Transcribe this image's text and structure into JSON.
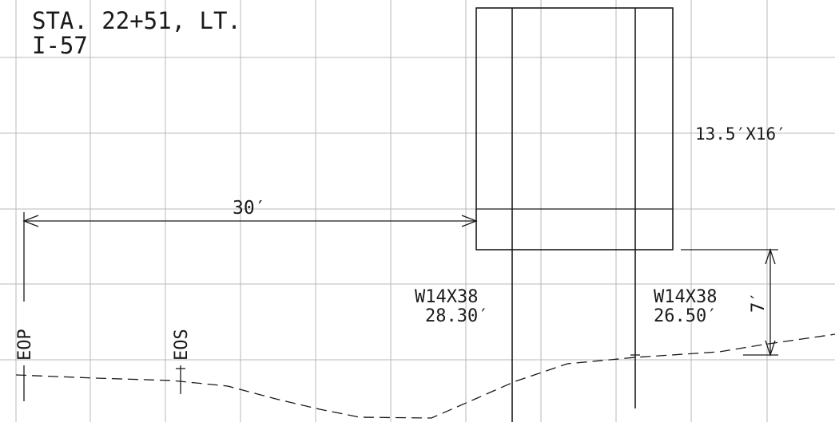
{
  "header": {
    "station_line": "STA. 22+51, LT.",
    "route_line": "I-57"
  },
  "sign": {
    "size_label": "13.5′X16′"
  },
  "dimensions": {
    "offset_label": "30′",
    "vertical_label": "7′"
  },
  "posts": [
    {
      "section": "W14X38",
      "length": "28.30′"
    },
    {
      "section": "W14X38",
      "length": "26.50′"
    }
  ],
  "markers": {
    "edge_of_pavement": "EOP",
    "edge_of_shoulder": "EOS"
  }
}
